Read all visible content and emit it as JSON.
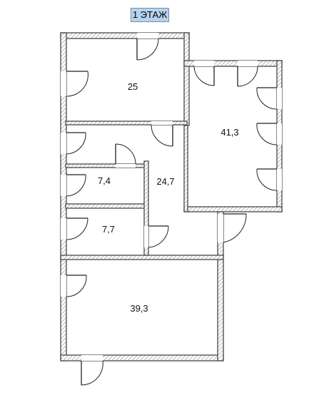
{
  "title": "1 ЭТАЖ",
  "rooms": [
    {
      "id": "room-25",
      "area": "25"
    },
    {
      "id": "room-41-3",
      "area": "41,3"
    },
    {
      "id": "room-24-7",
      "area": "24,7"
    },
    {
      "id": "room-7-4",
      "area": "7,4"
    },
    {
      "id": "room-7-7",
      "area": "7,7"
    },
    {
      "id": "room-39-3",
      "area": "39,3"
    }
  ],
  "colors": {
    "wall": "#555555",
    "hatch": "#b5b5b5",
    "door": "#222222"
  }
}
